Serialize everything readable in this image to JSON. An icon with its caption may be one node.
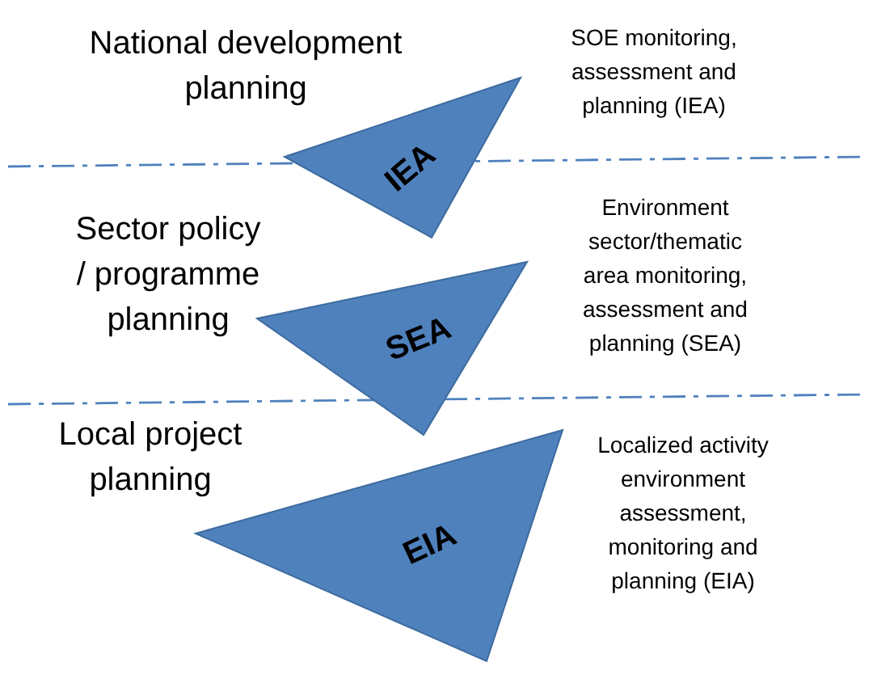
{
  "diagram": {
    "nodes": [
      {
        "text": [
          "IEA"
        ],
        "beside": [
          "SOE monitoring, assessment and planning (IEA)"
        ]
      },
      {
        "text": [
          "SEA"
        ],
        "beside": [
          "Environment sector/thematic area monitoring, assessment and planning (SEA)"
        ]
      },
      {
        "text": [
          "EIA"
        ],
        "beside": [
          "Localized activity environment assessment, monitoring and planning (EIA)"
        ]
      }
    ],
    "labels": [
      "National development planning",
      "Sector policy / programme planning",
      "Local project planning"
    ]
  }
}
